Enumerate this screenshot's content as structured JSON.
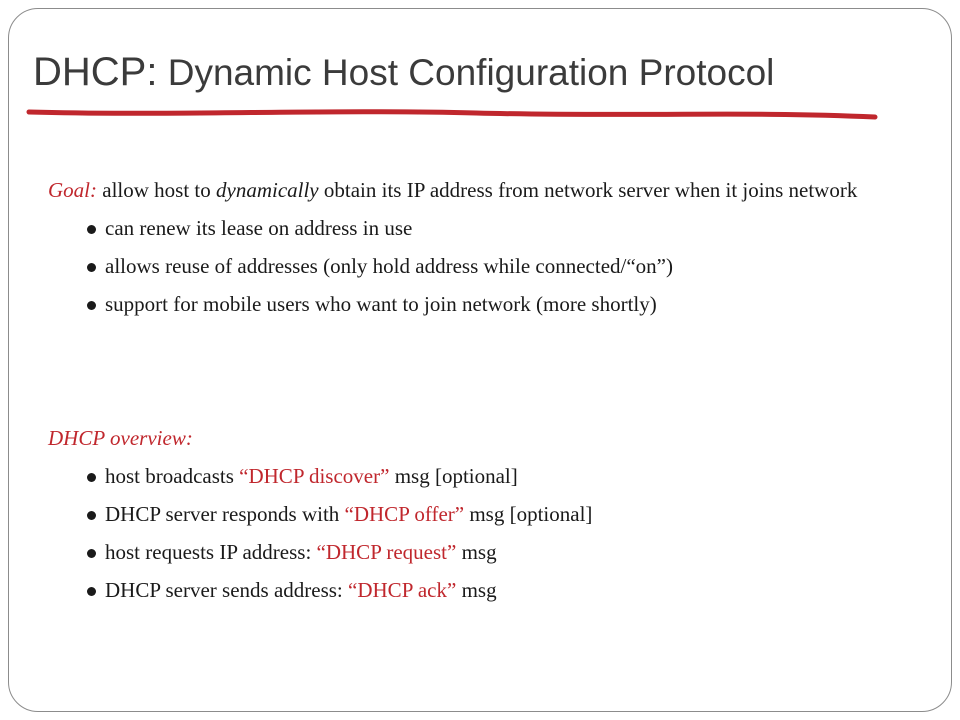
{
  "slide": {
    "title_head": "DHCP:",
    "title_rest": " Dynamic Host Configuration Protocol",
    "accent_color": "#c0272d",
    "text_color": "#1a1a1a"
  },
  "goal": {
    "label": "Goal:",
    "text_before": " allow host to ",
    "emphasis": "dynamically",
    "text_after": " obtain its IP address from network server when it joins network",
    "bullets": [
      "can renew its lease on address in use",
      "allows reuse of addresses (only hold address while connected/“on”)",
      "support for mobile users who want to join network (more shortly)"
    ]
  },
  "overview": {
    "heading": "DHCP overview:",
    "bullets": [
      {
        "pre": "host broadcasts ",
        "highlight": "“DHCP discover”",
        "post": " msg [optional]"
      },
      {
        "pre": "DHCP server responds with ",
        "highlight": "“DHCP offer”",
        "post": " msg [optional]"
      },
      {
        "pre": "host requests IP address: ",
        "highlight": "“DHCP request”",
        "post": " msg"
      },
      {
        "pre": "DHCP server sends address: ",
        "highlight": "“DHCP ack”",
        "post": " msg"
      }
    ]
  }
}
